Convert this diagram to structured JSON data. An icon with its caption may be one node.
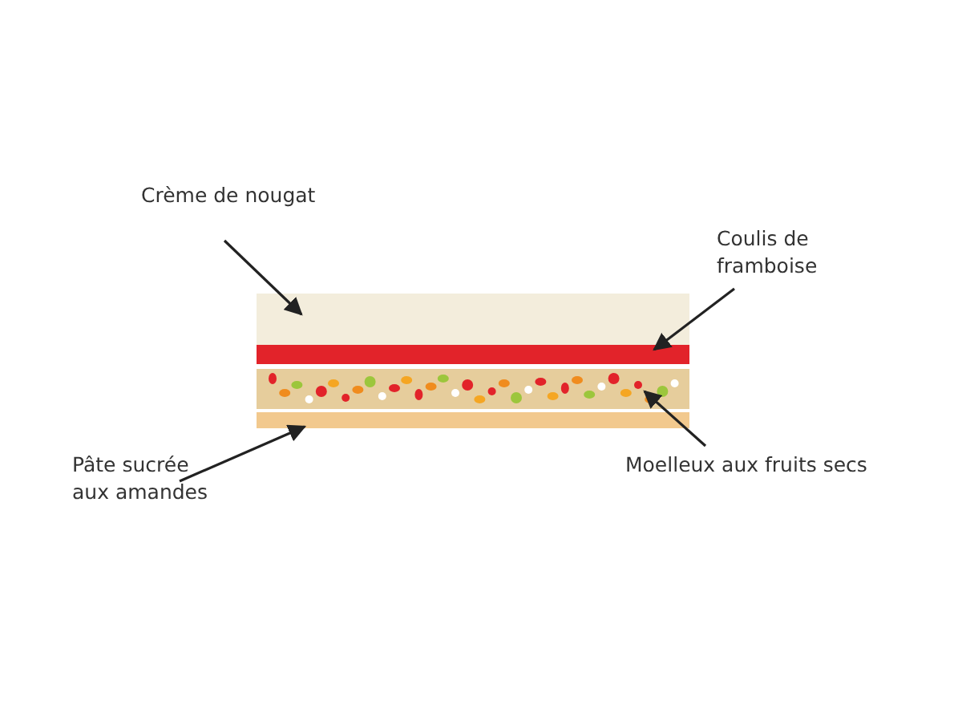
{
  "diagram": {
    "nodes": [
      {
        "text": [
          "Crème de nougat"
        ]
      },
      {
        "text": [
          "Coulis de framboise"
        ]
      },
      {
        "text": [],
        "shape": "box"
      },
      {
        "text": [],
        "shape": "box"
      },
      {
        "text": [],
        "shape": "box"
      },
      {
        "text": [],
        "shape": "box"
      },
      {
        "text": [
          "Pâte sucrée aux amandes"
        ]
      },
      {
        "text": [
          "Moelleux aux fruits secs"
        ]
      }
    ],
    "edges": [
      {
        "from": 0,
        "to": 2,
        "arrow": "to"
      },
      {
        "from": 1,
        "to": 3,
        "arrow": "to"
      },
      {
        "from": 6,
        "to": 5,
        "arrow": "to"
      },
      {
        "from": 7,
        "to": 4,
        "arrow": "to"
      }
    ]
  }
}
